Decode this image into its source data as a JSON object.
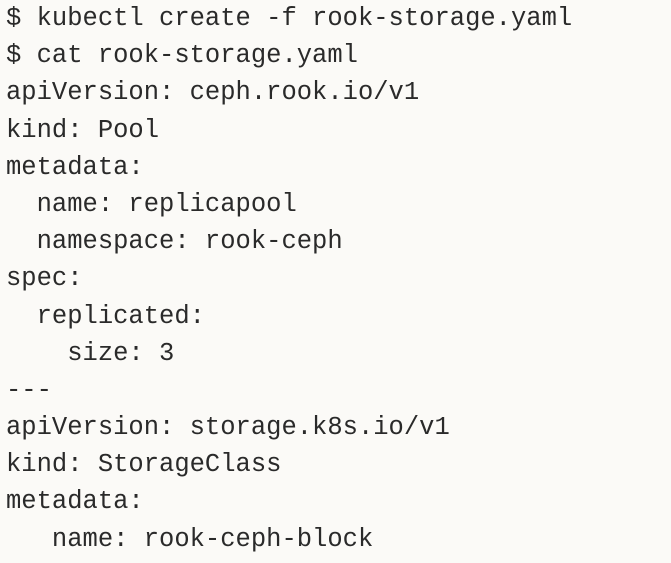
{
  "code": {
    "lines": [
      "$ kubectl create -f rook-storage.yaml",
      "$ cat rook-storage.yaml",
      "apiVersion: ceph.rook.io/v1",
      "kind: Pool",
      "metadata:",
      "  name: replicapool",
      "  namespace: rook-ceph",
      "spec:",
      "  replicated:",
      "    size: 3",
      "---",
      "apiVersion: storage.k8s.io/v1",
      "kind: StorageClass",
      "metadata:",
      "   name: rook-ceph-block"
    ]
  }
}
